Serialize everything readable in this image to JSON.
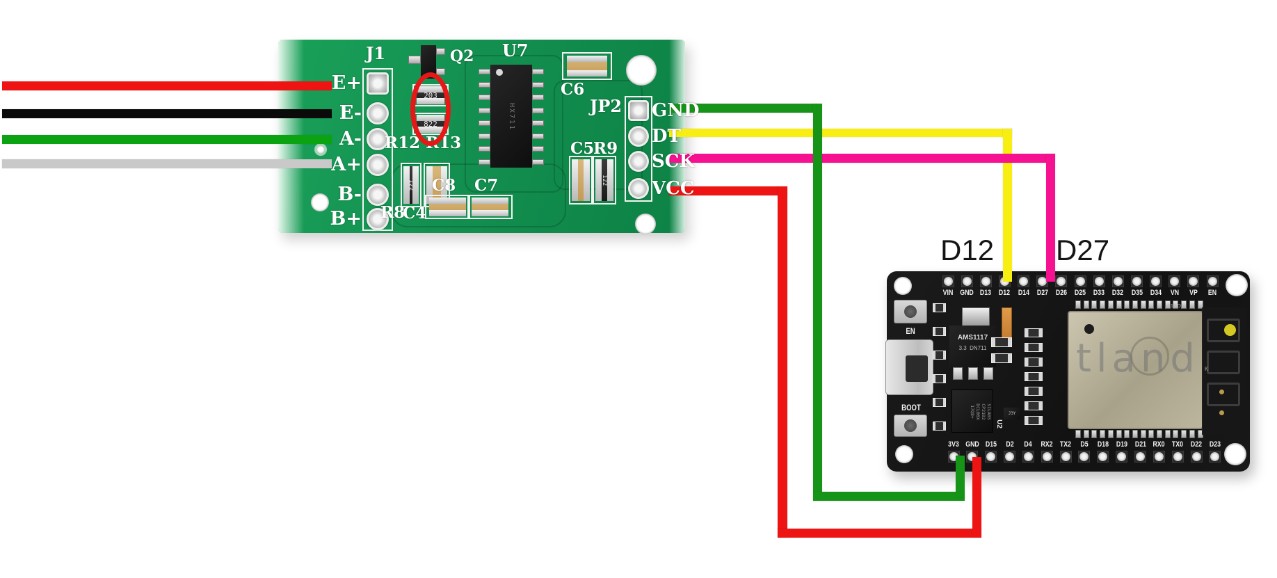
{
  "annotations": {
    "d12": "D12",
    "d27": "D27"
  },
  "hx711": {
    "labels": {
      "j1": "J1",
      "jp2": "JP2",
      "q2": "Q2",
      "u7": "U7",
      "c6": "C6",
      "c5": "C5",
      "r9": "R9",
      "c8": "C8",
      "c7": "C7",
      "r8": "R8",
      "c4": "C4",
      "r12": "R12",
      "r13": "R13"
    },
    "j1_pins": [
      "E+",
      "E-",
      "A-",
      "A+",
      "B-",
      "B+"
    ],
    "jp2_pins": [
      "GND",
      "DT",
      "SCK",
      "VCC"
    ],
    "markings": {
      "r203": "203",
      "r822": "822",
      "r8_value": "122",
      "r9_value": "122",
      "ic": "HX711"
    }
  },
  "esp32": {
    "top_pins": [
      "VIN",
      "GND",
      "D13",
      "D12",
      "D14",
      "D27",
      "D26",
      "D25",
      "D33",
      "D32",
      "D35",
      "D34",
      "VN",
      "VP",
      "EN"
    ],
    "bottom_pins": [
      "3V3",
      "GND",
      "D15",
      "D2",
      "D4",
      "RX2",
      "TX2",
      "D5",
      "D18",
      "D19",
      "D21",
      "RX0",
      "TX0",
      "D22",
      "D23"
    ],
    "buttons": {
      "en": "EN",
      "boot": "BOOT"
    },
    "regulator": {
      "line1": "AMS1117",
      "line2": "3.3  DN711"
    },
    "usb_bridge": {
      "lines": [
        "SILABS",
        "CP2102",
        "DCL00X",
        "17Q8+"
      ],
      "ref": "U2"
    },
    "small_part": "J3Y",
    "module_marking": "C13 D1",
    "antenna_marking": "K",
    "watermark": "tland"
  },
  "wires": {
    "load_cell": [
      {
        "color": "red",
        "hex": "#ee1414",
        "to": "E+"
      },
      {
        "color": "black",
        "hex": "#0a0a0a",
        "to": "E-"
      },
      {
        "color": "green",
        "hex": "#0ca312",
        "to": "A-"
      },
      {
        "color": "white",
        "hex": "#c9c9c9",
        "to": "A+"
      }
    ],
    "signals": [
      {
        "id": "vcc",
        "signal": "VCC",
        "color": "red",
        "hex": "#ee1414",
        "from": "HX711 VCC",
        "to_pin": "GND"
      },
      {
        "id": "dt",
        "signal": "DT",
        "color": "yellow",
        "hex": "#f8ee12",
        "from": "HX711 DT",
        "to_pin": "D12"
      },
      {
        "id": "sck",
        "signal": "SCK",
        "color": "pink",
        "hex": "#f5118f",
        "from": "HX711 SCK",
        "to_pin": "D27"
      },
      {
        "id": "gnd",
        "signal": "GND",
        "color": "green",
        "hex": "#169417",
        "from": "HX711 GND",
        "to_pin": "3V3"
      }
    ]
  },
  "colors": {
    "pcb_green": "#139050",
    "pcb_black": "#161616",
    "annotation_red": "#e81717",
    "silkscreen": "#ffffff",
    "shield_metal": "#b5af97"
  }
}
